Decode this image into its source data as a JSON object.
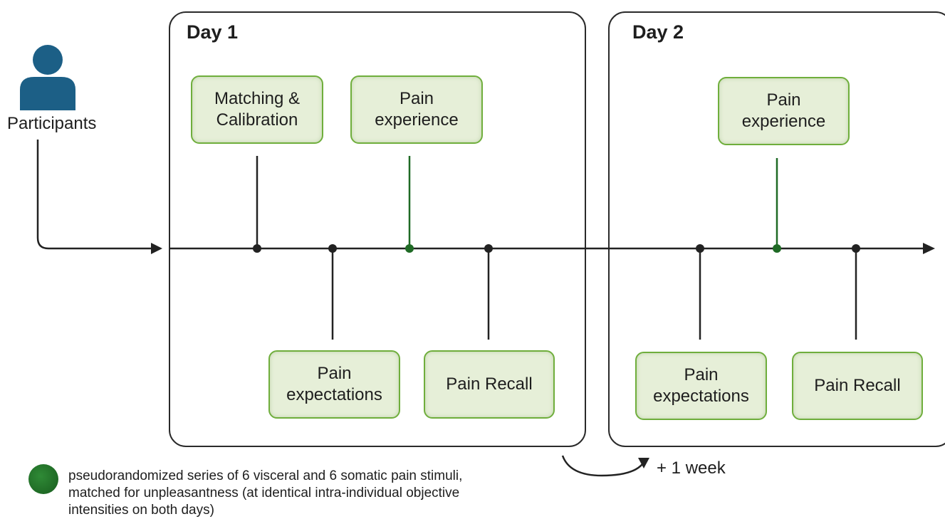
{
  "participants": {
    "label": "Participants",
    "icon": "person-icon",
    "icon_color": "#1c5f86"
  },
  "days": [
    {
      "title": "Day 1"
    },
    {
      "title": "Day 2"
    }
  ],
  "steps": {
    "day1_matching": "Matching &\nCalibration",
    "day1_pain_experience": "Pain\nexperience",
    "day1_pain_expectations": "Pain\nexpectations",
    "day1_pain_recall": "Pain Recall",
    "day2_pain_experience": "Pain\nexperience",
    "day2_pain_expectations": "Pain\nexpectations",
    "day2_pain_recall": "Pain Recall"
  },
  "interval": {
    "label": "+ 1 week"
  },
  "legend": {
    "text": "pseudorandomized series of 6 visceral and 6 somatic pain stimuli,\nmatched for unpleasantness (at identical intra-individual objective\nintensities on both days)"
  },
  "colors": {
    "timeline": "#222222",
    "stimulus_green": "#1f6a25",
    "box_border": "#6fae3c",
    "box_fill": "#e6efd8"
  }
}
